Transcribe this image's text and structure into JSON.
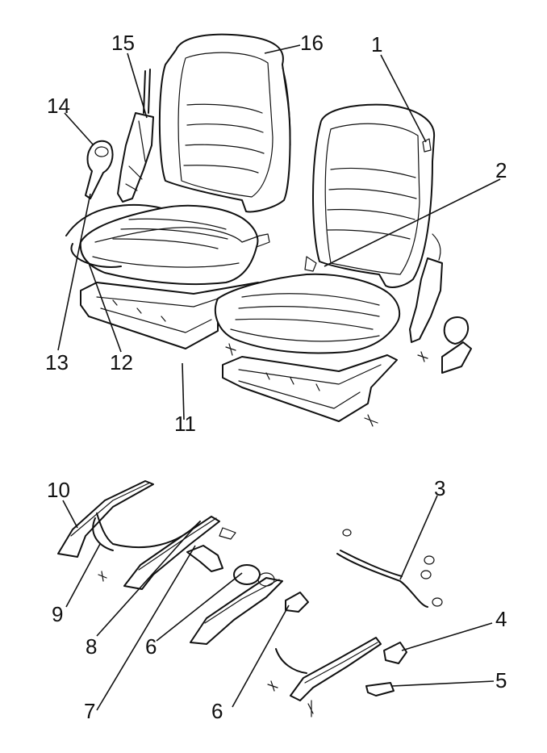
{
  "callouts": [
    {
      "id": "c1",
      "text": "1"
    },
    {
      "id": "c2",
      "text": "2"
    },
    {
      "id": "c3",
      "text": "3"
    },
    {
      "id": "c4",
      "text": "4"
    },
    {
      "id": "c5",
      "text": "5"
    },
    {
      "id": "c6a",
      "text": "6"
    },
    {
      "id": "c6b",
      "text": "6"
    },
    {
      "id": "c7",
      "text": "7"
    },
    {
      "id": "c8",
      "text": "8"
    },
    {
      "id": "c9",
      "text": "9"
    },
    {
      "id": "c10",
      "text": "10"
    },
    {
      "id": "c11",
      "text": "11"
    },
    {
      "id": "c12",
      "text": "12"
    },
    {
      "id": "c13",
      "text": "13"
    },
    {
      "id": "c14",
      "text": "14"
    },
    {
      "id": "c15",
      "text": "15"
    },
    {
      "id": "c16",
      "text": "16"
    }
  ]
}
